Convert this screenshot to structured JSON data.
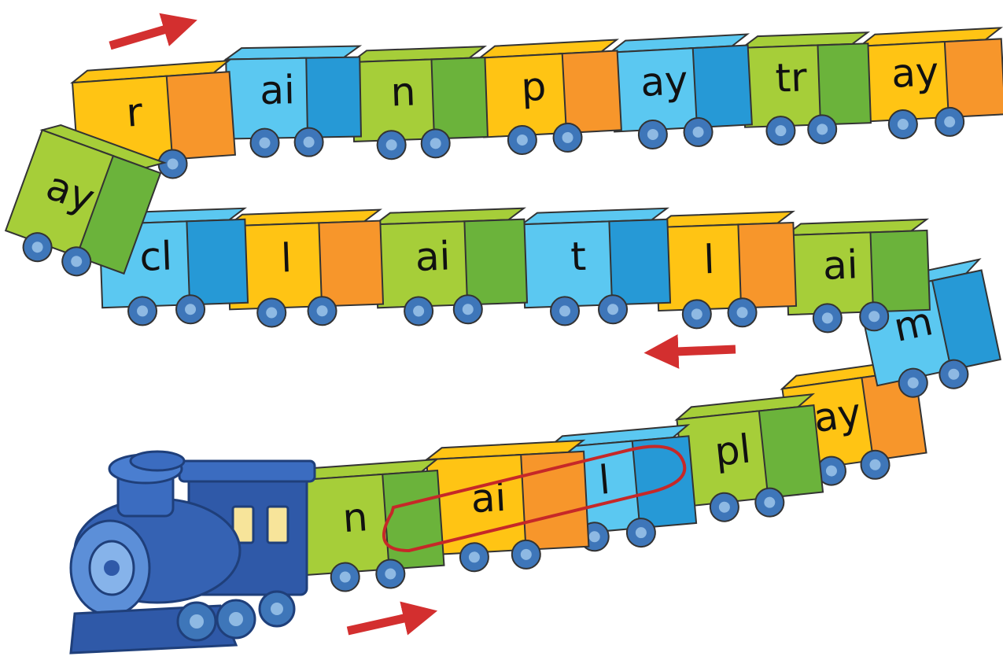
{
  "colors": {
    "orange": "#F7962B",
    "orange_dark": "#E7791C",
    "yellow": "#FFC414",
    "green": "#A6CE39",
    "green_dark": "#6BB33B",
    "blue": "#5BC8F1",
    "blue_dark": "#2699D6",
    "wheel": "#3E76B9",
    "wheel_hub": "#8EB9E3",
    "arrow": "#D32F2F",
    "outline": "#333333",
    "loop": "#C62828",
    "engine": "#2F59A8"
  },
  "icons": {
    "direction_arrow": "right-arrow-icon / left-arrow-icon",
    "locomotive": "steam-locomotive-icon"
  },
  "cars": {
    "top": [
      "ay",
      "r",
      "ai",
      "n",
      "p",
      "ay",
      "tr",
      "ay"
    ],
    "middle": [
      "cl",
      "l",
      "ai",
      "t",
      "l",
      "ai",
      "m"
    ],
    "bottom": [
      "ay",
      "pl",
      "l",
      "ai",
      "n"
    ]
  },
  "highlight": {
    "word_letters": [
      "n",
      "ai",
      "l"
    ]
  }
}
